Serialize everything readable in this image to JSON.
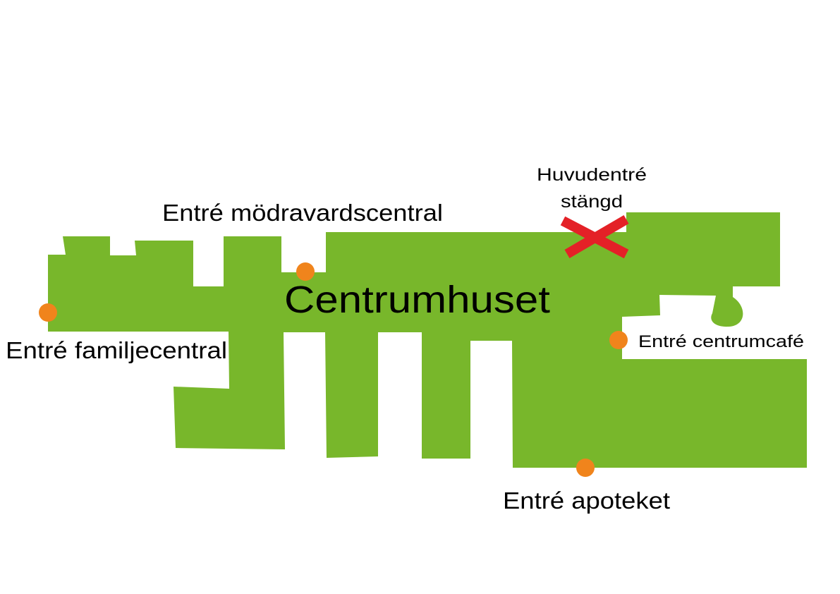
{
  "building": {
    "name": "Centrumhuset",
    "fill_color": "#78b72b"
  },
  "entrances": [
    {
      "id": "familjecentral",
      "label": "Entré familjecentral",
      "status": "open"
    },
    {
      "id": "modravardscentral",
      "label": "Entré mödravardscentral",
      "status": "open"
    },
    {
      "id": "centrumcafe",
      "label": "Entré centrumcafé",
      "status": "open"
    },
    {
      "id": "apoteket",
      "label": "Entré apoteket",
      "status": "open"
    }
  ],
  "main_entrance": {
    "label_line1": "Huvudentré",
    "label_line2": "stängd",
    "status": "closed",
    "marker_icon": "cross-icon"
  },
  "colors": {
    "entrance_dot": "#f0841c",
    "closed_marker": "#e42127",
    "building": "#78b72b"
  }
}
